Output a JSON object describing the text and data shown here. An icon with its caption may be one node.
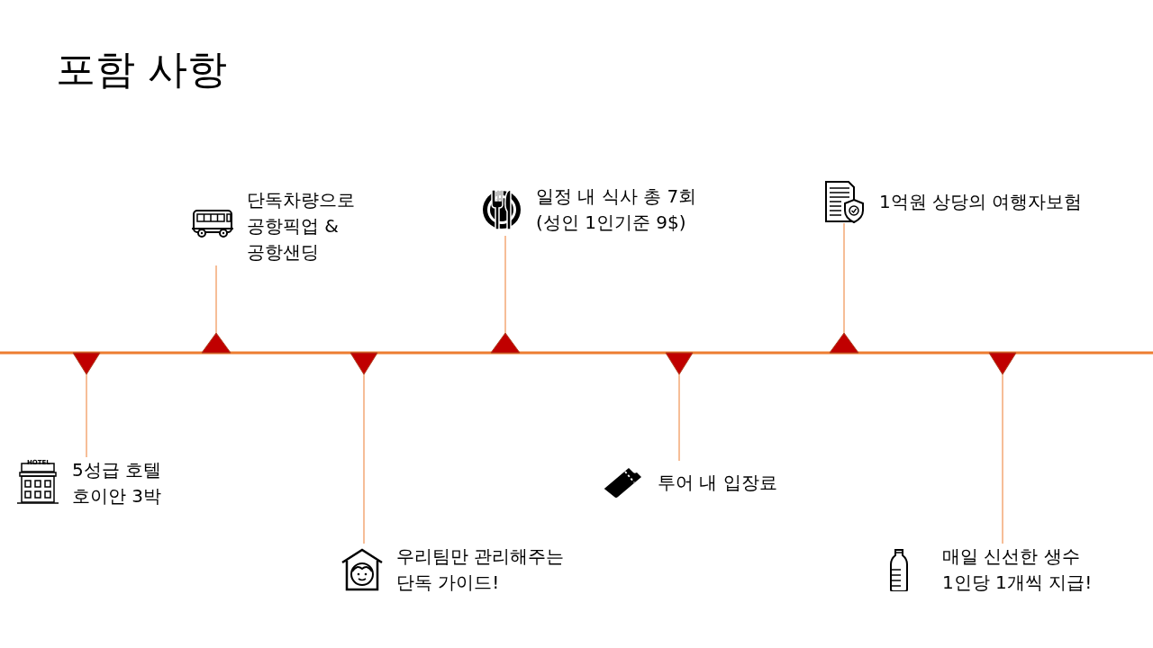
{
  "diagram": {
    "title": "포함 사항",
    "nodes": [
      {
        "text": [
          "5성급 호텔 호이안 3박"
        ]
      },
      {
        "text": [
          "단독차량으로 공항픽업 & 공항샌딩"
        ]
      },
      {
        "text": [
          "우리팀만 관리해주는 단독 가이드!"
        ]
      },
      {
        "text": [
          "일정 내 식사 총 7회 (성인 1인기준 9$)"
        ]
      },
      {
        "text": [
          "투어 내 입장료"
        ]
      },
      {
        "text": [
          "1억원 상당의 여행자보험"
        ]
      },
      {
        "text": [
          "매일 신선한 생수 1인당 1개씩 지급!"
        ]
      },
      {
        "text": [],
        "shape": "triangle"
      },
      {
        "text": [],
        "shape": "triangle"
      },
      {
        "text": [],
        "shape": "triangle"
      },
      {
        "text": [],
        "shape": "triangle"
      },
      {
        "text": [],
        "shape": "triangle"
      },
      {
        "text": [],
        "shape": "triangle"
      },
      {
        "text": [],
        "shape": "triangle"
      }
    ],
    "edges": [
      {
        "from": 7,
        "to": 0,
        "arrow": "none"
      },
      {
        "from": 8,
        "to": 1,
        "arrow": "none"
      },
      {
        "from": 9,
        "to": 2,
        "arrow": "none"
      },
      {
        "from": 10,
        "to": 3,
        "arrow": "none"
      },
      {
        "from": 11,
        "to": 4,
        "arrow": "none"
      },
      {
        "from": 12,
        "to": 5,
        "arrow": "none"
      },
      {
        "from": 13,
        "to": 6,
        "arrow": "none"
      }
    ],
    "labels": [
      "HOTEL"
    ]
  }
}
